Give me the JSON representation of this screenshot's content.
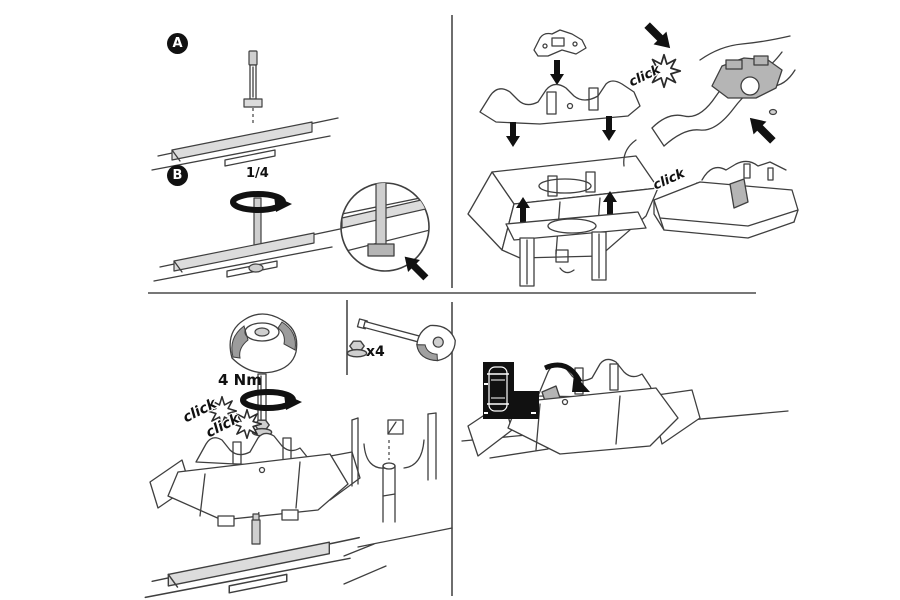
{
  "colors": {
    "background": "#ffffff",
    "ink": "#111111",
    "outline": "#3f3f3f",
    "part_gray": "#b5b5b5",
    "rail_gray": "#dcdcdc",
    "divider_gray": "#4a4a4a"
  },
  "panels": {
    "step_a": {
      "badge": "A"
    },
    "step_b": {
      "badge": "B",
      "turn_fraction": "1/4"
    },
    "foot_assembly": {
      "click_pad": "click",
      "click_base": "click"
    },
    "torque": {
      "torque_value": "4 Nm",
      "click_first": "click",
      "click_second": "click",
      "hardware_quantity": "x4"
    }
  }
}
